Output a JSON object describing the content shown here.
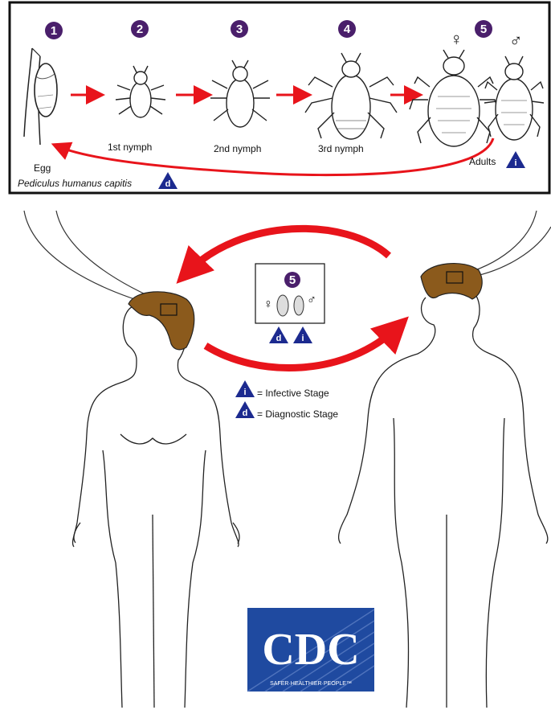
{
  "lifecycle": {
    "stages": [
      {
        "number": "1",
        "label": "Egg"
      },
      {
        "number": "2",
        "label": "1st nymph"
      },
      {
        "number": "3",
        "label": "2nd nymph"
      },
      {
        "number": "4",
        "label": "3rd nymph"
      },
      {
        "number": "5",
        "label": "Adults"
      }
    ],
    "species": "Pediculus humanus capitis",
    "female_symbol": "♀",
    "male_symbol": "♂"
  },
  "badges": {
    "infective_letter": "i",
    "diagnostic_letter": "d",
    "badge_color": "#1c2a8f",
    "number_circle_color": "#4a1f6b"
  },
  "transmission": {
    "inset_number": "5",
    "female_symbol": "♀",
    "male_symbol": "♂"
  },
  "legend": {
    "infective": "= Infective Stage",
    "diagnostic": "= Diagnostic Stage"
  },
  "logo": {
    "text": "CDC",
    "tagline": "SAFER·HEALTHIER·PEOPLE™",
    "color": "#1f4aa0"
  },
  "colors": {
    "arrow": "#e8141b",
    "hair": "#8b5a1c",
    "border": "#111111"
  }
}
